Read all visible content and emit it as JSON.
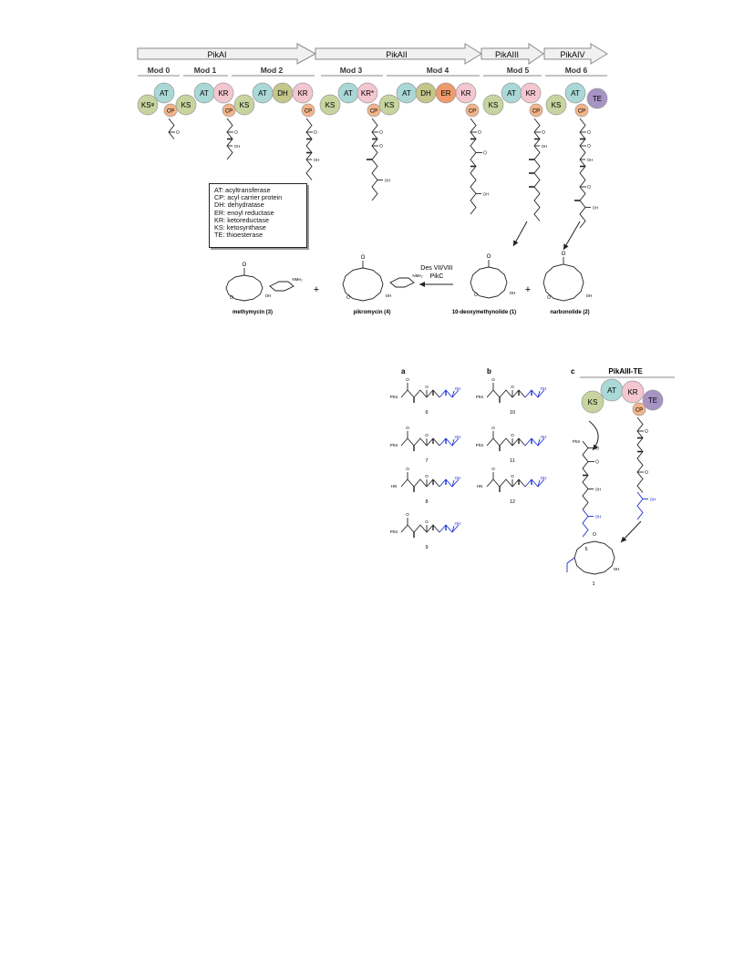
{
  "proteins": [
    "PikAI",
    "PikAII",
    "PikAIII",
    "PikAIV"
  ],
  "modules": [
    "Mod 0",
    "Mod 1",
    "Mod 2",
    "Mod 3",
    "Mod 4",
    "Mod 5",
    "Mod 6"
  ],
  "domain_colors": {
    "KS": "#c7d49f",
    "AT": "#a9d8d6",
    "KR": "#f4c6cf",
    "DH": "#c4c68a",
    "ER": "#ef9a6c",
    "CP": "#f3b48a",
    "TE": "#a793c4"
  },
  "domain_labels": {
    "KSq": "KSᵠ",
    "AT": "AT",
    "CP": "CP",
    "KS": "KS",
    "KR": "KR",
    "DH": "DH",
    "KRstar": "KR*",
    "ER": "ER",
    "TE": "TE"
  },
  "legend": [
    "AT: acyltransferase",
    "CP: acyl carrier protein",
    "DH: dehydratase",
    "ER: enoyl reductase",
    "KR: ketoreductase",
    "KS: ketosynthase",
    "TE: thioesterase"
  ],
  "arrow_label_1": "Des VII/VIII",
  "arrow_label_2": "PikC",
  "plus_sign": "+",
  "compounds": {
    "c1": "10-deoxymethynolide (1)",
    "c2": "narbonolide (2)",
    "c3": "methymycin (3)",
    "c4": "pikromycin (4)"
  },
  "panels": {
    "a": "a",
    "b": "b",
    "c": "c",
    "c_title": "PikAIII-TE"
  },
  "atoms": {
    "O": "O",
    "OH": "OH",
    "SR": "S",
    "PhS": "PhS",
    "HN": "HN",
    "NMe2": "NMe₂"
  },
  "numbers": [
    "5",
    "6",
    "7",
    "8",
    "9",
    "10",
    "11",
    "12",
    "1"
  ],
  "colors": {
    "ink": "#222222",
    "blue": "#1a2fd0",
    "arrow_fill": "#f1f1f1",
    "arrow_stroke": "#8a8a8a"
  }
}
